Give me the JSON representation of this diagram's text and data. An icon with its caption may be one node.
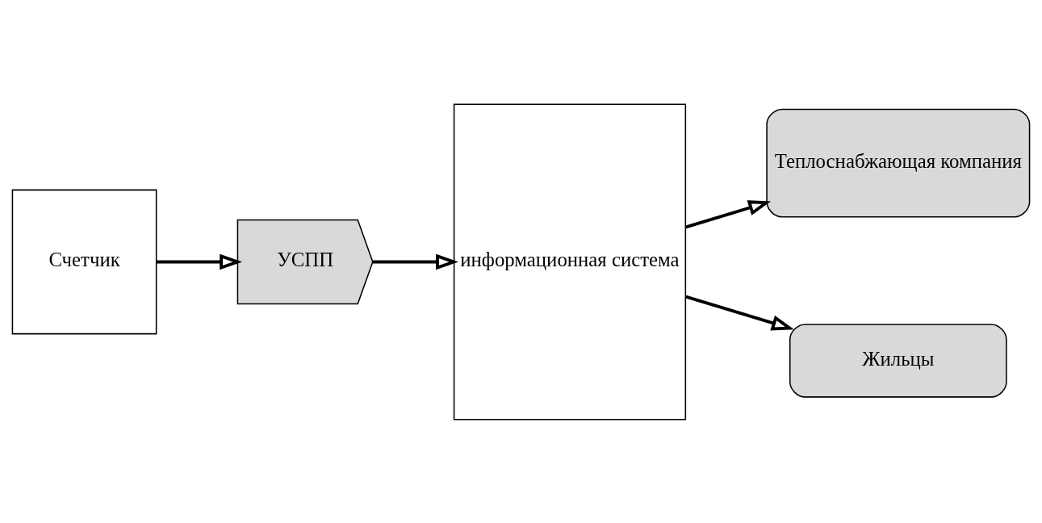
{
  "diagram": {
    "nodes": [
      {
        "text": [
          "Счетчик"
        ]
      },
      {
        "text": [
          "УСПП"
        ]
      },
      {
        "text": [
          "информационная система"
        ]
      },
      {
        "text": [
          "Теплоснабжающая компания"
        ]
      },
      {
        "text": [
          "Жильцы"
        ]
      }
    ],
    "edges": [
      {
        "from": 0,
        "to": 1,
        "arrow": "to"
      },
      {
        "from": 1,
        "to": 2,
        "arrow": "to"
      },
      {
        "from": 2,
        "to": 3,
        "arrow": "to"
      },
      {
        "from": 2,
        "to": 4,
        "arrow": "to"
      }
    ]
  }
}
